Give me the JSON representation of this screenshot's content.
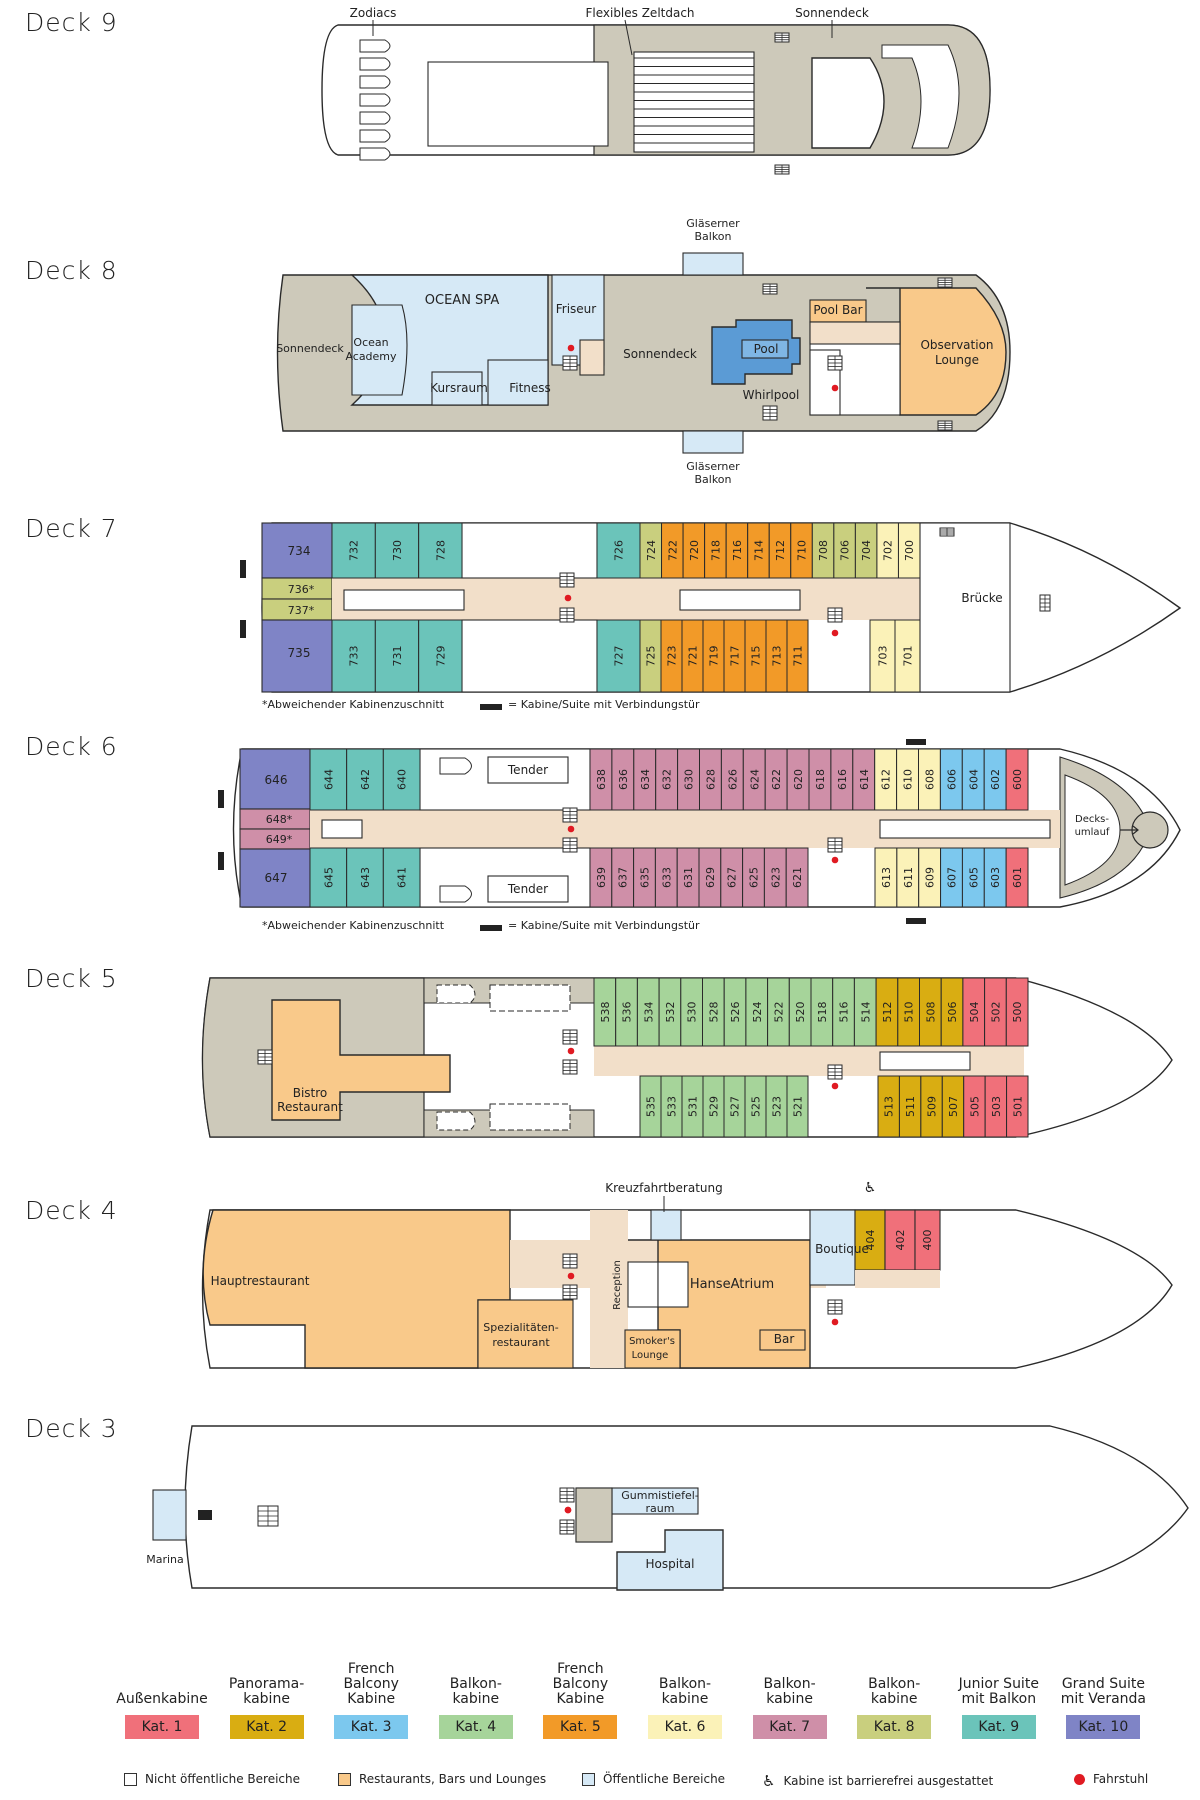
{
  "colors": {
    "kat1": "#f0707a",
    "kat2": "#d9ad12",
    "kat3": "#7cc8ee",
    "kat4": "#a6d49a",
    "kat5": "#f29a28",
    "kat6": "#fbf2b8",
    "kat7": "#cf8fa8",
    "kat8": "#c9cf7e",
    "kat9": "#6bc4ba",
    "kat10": "#7f84c6",
    "public": "#d6e9f6",
    "restaurant": "#f9c98a",
    "deck": "#cdc9ba",
    "corridor": "#f2dfc9",
    "pool": "#5b9bd5",
    "outline": "#2a2a2a",
    "elevator": "#e01a22"
  },
  "decks": [
    {
      "name": "Deck 9",
      "labels": {
        "zodiacs": "Zodiacs",
        "zeltdach": "Flexibles Zeltdach",
        "sonnendeck": "Sonnendeck"
      }
    },
    {
      "name": "Deck 8",
      "labels": {
        "balkon_top_1": "Gläserner",
        "balkon_top_2": "Balkon",
        "balkon_bot_1": "Gläserner",
        "balkon_bot_2": "Balkon",
        "spa": "OCEAN SPA",
        "friseur": "Friseur",
        "sonnendeck_left": "Sonnendeck",
        "academy_1": "Ocean",
        "academy_2": "Academy",
        "kursraum": "Kursraum",
        "fitness": "Fitness",
        "sonnendeck_mid": "Sonnendeck",
        "pool": "Pool",
        "whirlpool": "Whirlpool",
        "poolbar": "Pool Bar",
        "lounge_1": "Observation",
        "lounge_2": "Lounge"
      }
    },
    {
      "name": "Deck 7",
      "labels": {
        "bruecke": "Brücke",
        "note": "*Abweichender Kabinenzuschnitt",
        "conn": "= Kabine/Suite mit Verbindungstür"
      },
      "rooms_top": [
        "732",
        "730",
        "728",
        "726",
        "724",
        "722",
        "720",
        "718",
        "716",
        "714",
        "712",
        "710",
        "708",
        "706",
        "704",
        "702",
        "700"
      ],
      "rooms_bot": [
        "733",
        "731",
        "729",
        "727",
        "725",
        "723",
        "721",
        "719",
        "717",
        "715",
        "713",
        "711",
        "703",
        "701"
      ],
      "stern": [
        "734",
        "736*",
        "737*",
        "735"
      ]
    },
    {
      "name": "Deck 6",
      "labels": {
        "tender_top": "Tender",
        "tender_bot": "Tender",
        "decks_1": "Decks-",
        "decks_2": "umlauf",
        "note": "*Abweichender Kabinenzuschnitt",
        "conn": "= Kabine/Suite mit Verbindungstür"
      },
      "rooms_top": [
        "644",
        "642",
        "640",
        "638",
        "636",
        "634",
        "632",
        "630",
        "628",
        "626",
        "624",
        "622",
        "620",
        "618",
        "616",
        "614",
        "612",
        "610",
        "608",
        "606",
        "604",
        "602",
        "600"
      ],
      "rooms_bot": [
        "645",
        "643",
        "641",
        "639",
        "637",
        "635",
        "633",
        "631",
        "629",
        "627",
        "625",
        "623",
        "621",
        "613",
        "611",
        "609",
        "607",
        "605",
        "603",
        "601"
      ],
      "stern": [
        "646",
        "648*",
        "649*",
        "647"
      ]
    },
    {
      "name": "Deck 5",
      "labels": {
        "bistro_1": "Bistro",
        "bistro_2": "Restaurant"
      },
      "rooms_top": [
        "538",
        "536",
        "534",
        "532",
        "530",
        "528",
        "526",
        "524",
        "522",
        "520",
        "518",
        "516",
        "514",
        "512",
        "510",
        "508",
        "506",
        "504",
        "502",
        "500"
      ],
      "rooms_bot": [
        "535",
        "533",
        "531",
        "529",
        "527",
        "525",
        "523",
        "521",
        "513",
        "511",
        "509",
        "507",
        "505",
        "503",
        "501"
      ]
    },
    {
      "name": "Deck 4",
      "labels": {
        "haupt": "Hauptrestaurant",
        "beratung": "Kreuzfahrtberatung",
        "reception": "Reception",
        "atrium": "HanseAtrium",
        "boutique": "Boutique",
        "spez_1": "Spezialitäten-",
        "spez_2": "restaurant",
        "smokers_1": "Smoker's",
        "smokers_2": "Lounge",
        "bar": "Bar"
      },
      "rooms": [
        "404",
        "402",
        "400"
      ]
    },
    {
      "name": "Deck 3",
      "labels": {
        "marina": "Marina",
        "gummi_1": "Gummistiefel-",
        "gummi_2": "raum",
        "hospital": "Hospital"
      }
    }
  ],
  "legend": [
    {
      "title": "Außenkabine",
      "label": "Kat. 1",
      "color": "#f0707a"
    },
    {
      "title": "Panorama-\nkabine",
      "label": "Kat. 2",
      "color": "#d9ad12"
    },
    {
      "title": "French Balcony\nKabine",
      "label": "Kat. 3",
      "color": "#7cc8ee"
    },
    {
      "title": "Balkon-\nkabine",
      "label": "Kat. 4",
      "color": "#a6d49a"
    },
    {
      "title": "French Balcony\nKabine",
      "label": "Kat. 5",
      "color": "#f29a28"
    },
    {
      "title": "Balkon-\nkabine",
      "label": "Kat. 6",
      "color": "#fbf2b8"
    },
    {
      "title": "Balkon-\nkabine",
      "label": "Kat. 7",
      "color": "#cf8fa8"
    },
    {
      "title": "Balkon-\nkabine",
      "label": "Kat. 8",
      "color": "#c9cf7e"
    },
    {
      "title": "Junior Suite\nmit Balkon",
      "label": "Kat. 9",
      "color": "#6bc4ba"
    },
    {
      "title": "Grand Suite\nmit Veranda",
      "label": "Kat. 10",
      "color": "#7f84c6"
    }
  ],
  "key": {
    "nonpublic": "Nicht öffentliche Bereiche",
    "restaurants": "Restaurants, Bars und Lounges",
    "public": "Öffentliche Bereiche",
    "accessible_icon": "wheelchair-icon",
    "accessible": "Kabine ist barrierefrei ausgestattet",
    "elevator": "Fahrstuhl"
  }
}
